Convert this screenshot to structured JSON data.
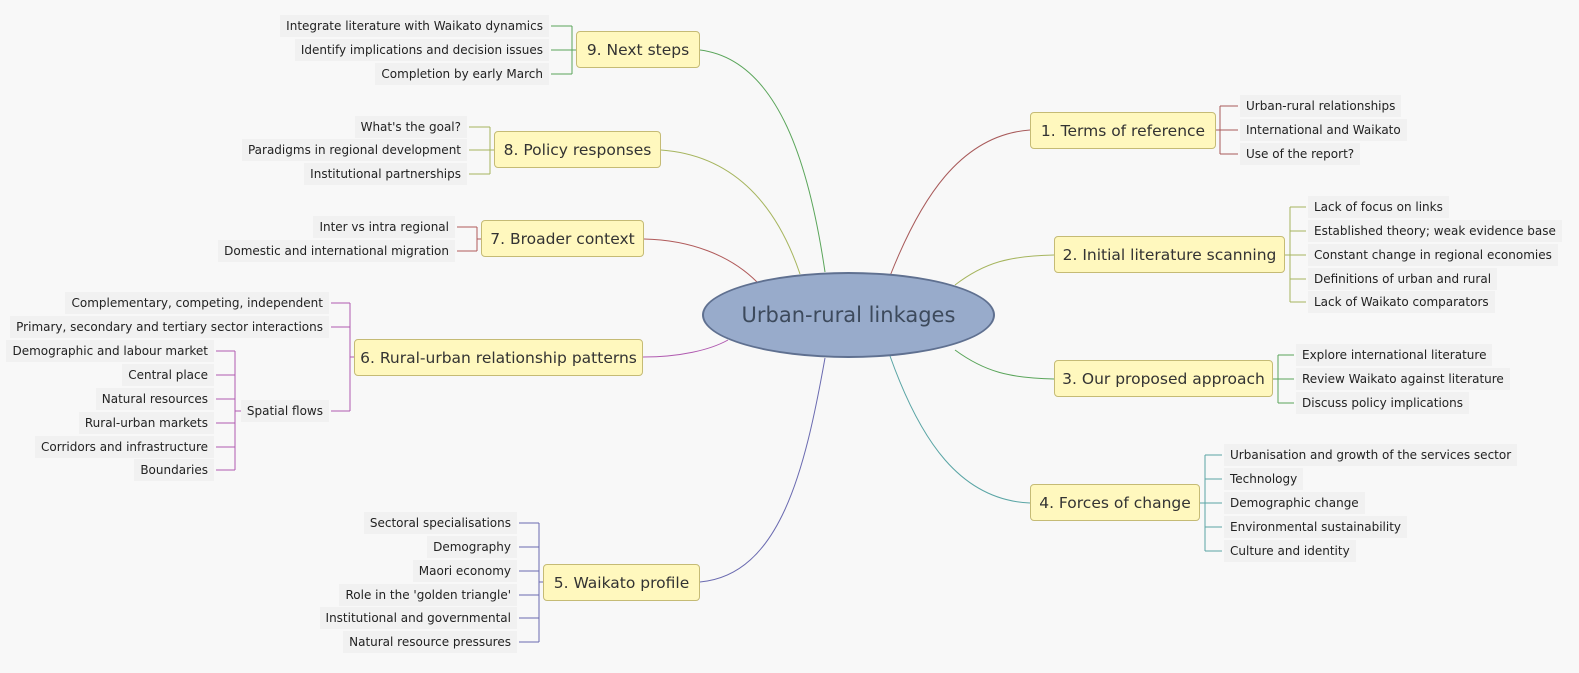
{
  "central": "Urban-rural linkages",
  "colors": {
    "background": "#f8f8f8",
    "central_fill": "#98abcb",
    "topic_fill": "#fff8be",
    "branch_1": "#a85a5a",
    "branch_2": "#a6b55e",
    "branch_3": "#5aa55a",
    "branch_4": "#5aa5a5",
    "branch_5": "#6a6ab0",
    "branch_6": "#b05ab0",
    "branch_7": "#b05a5a",
    "branch_8": "#a6b55e",
    "branch_9": "#5aa55a"
  },
  "topics": {
    "t1": {
      "label": "1. Terms of reference",
      "items": [
        "Urban-rural relationships",
        "International and Waikato",
        "Use of the report?"
      ]
    },
    "t2": {
      "label": "2. Initial literature scanning",
      "items": [
        "Lack of focus on links",
        "Established theory; weak evidence base",
        "Constant change in regional economies",
        "Definitions of urban and rural",
        "Lack of Waikato comparators"
      ]
    },
    "t3": {
      "label": "3. Our proposed approach",
      "items": [
        "Explore international literature",
        "Review Waikato against literature",
        "Discuss policy implications"
      ]
    },
    "t4": {
      "label": "4. Forces of change",
      "items": [
        "Urbanisation and growth of the services sector",
        "Technology",
        "Demographic change",
        "Environmental sustainability",
        "Culture and identity"
      ]
    },
    "t5": {
      "label": "5. Waikato profile",
      "items": [
        "Sectoral specialisations",
        "Demography",
        "Maori economy",
        "Role in the 'golden triangle'",
        "Institutional and governmental",
        "Natural resource pressures"
      ]
    },
    "t6": {
      "label": "6. Rural-urban relationship patterns",
      "items": [
        "Complementary, competing, independent",
        "Primary, secondary and tertiary sector interactions",
        "Spatial flows"
      ],
      "spatial_flows": [
        "Demographic and labour market",
        "Central place",
        "Natural resources",
        "Rural-urban markets",
        "Corridors and infrastructure",
        "Boundaries"
      ]
    },
    "t7": {
      "label": "7. Broader context",
      "items": [
        "Inter vs intra regional",
        "Domestic and international migration"
      ]
    },
    "t8": {
      "label": "8. Policy responses",
      "items": [
        "What's the goal?",
        "Paradigms in regional development",
        "Institutional partnerships"
      ]
    },
    "t9": {
      "label": "9. Next steps",
      "items": [
        "Integrate literature with Waikato dynamics",
        "Identify implications and decision issues",
        "Completion by early March"
      ]
    }
  }
}
